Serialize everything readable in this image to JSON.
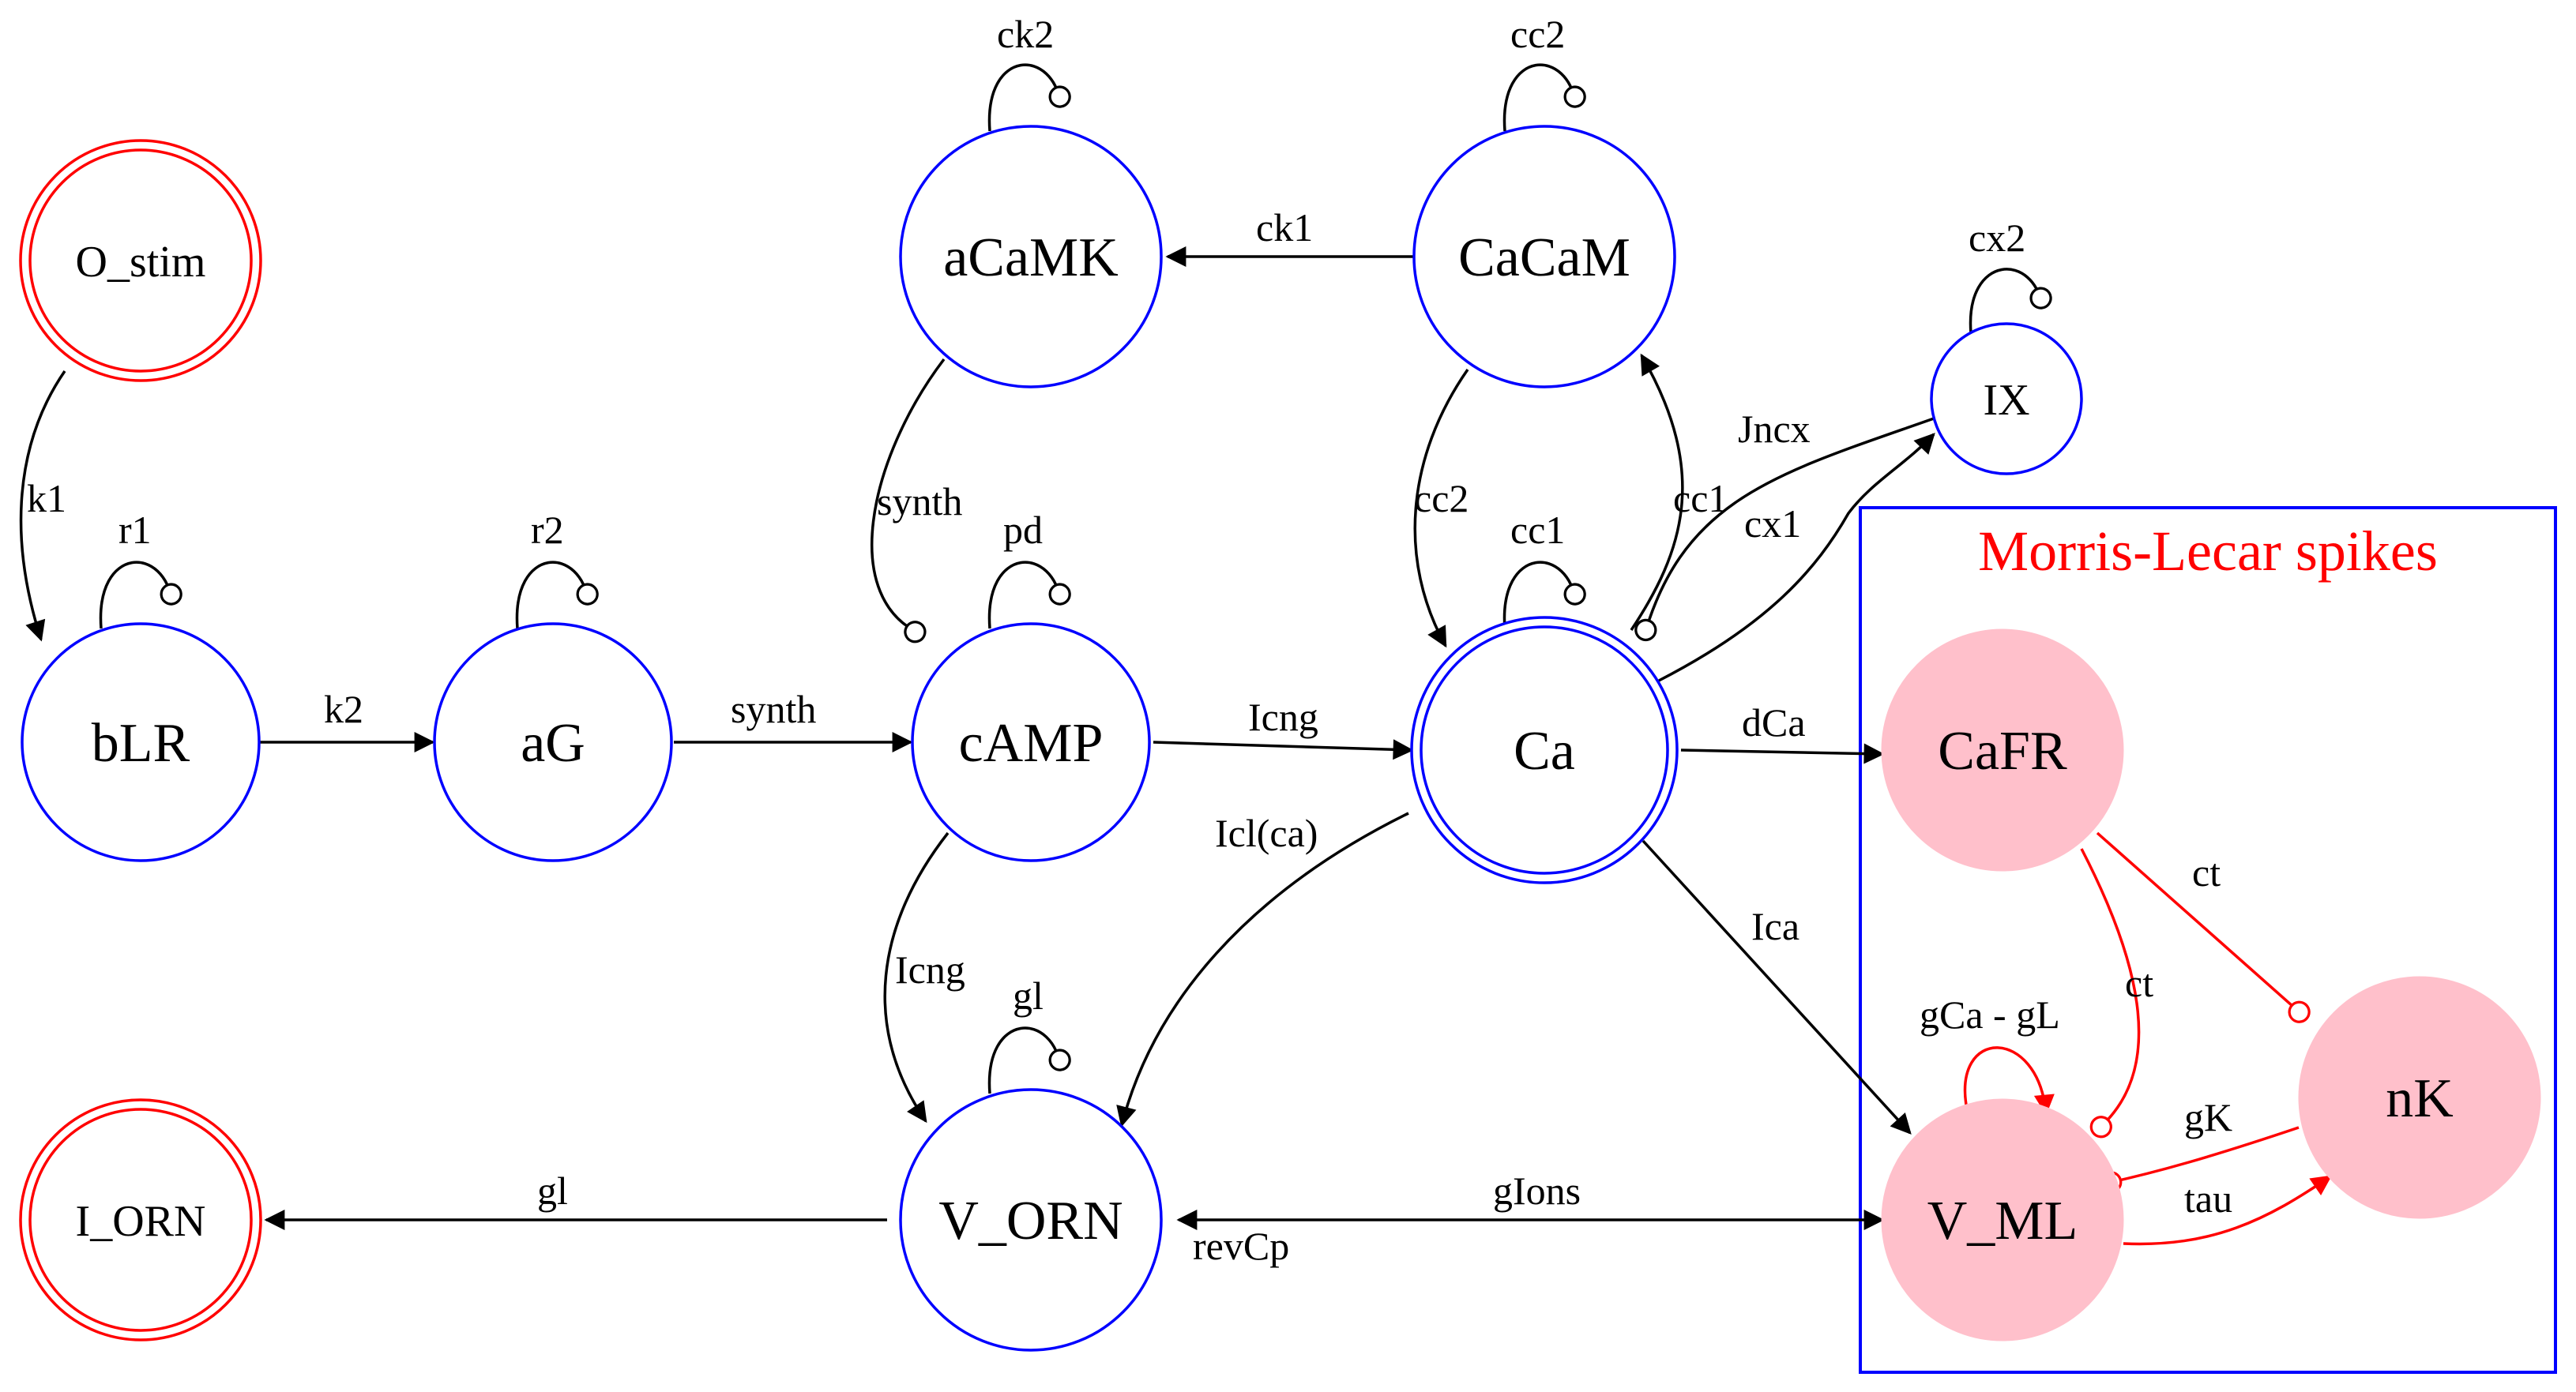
{
  "colors": {
    "node_stroke": "#0000ff",
    "external_stroke": "#ff0000",
    "ml_fill": "#ffc0cb",
    "ml_edge": "#ff0000",
    "edge": "#000000",
    "cluster": "#0000ff",
    "cluster_label": "#ff0000"
  },
  "cluster": {
    "label": "Morris-Lecar spikes"
  },
  "nodes": {
    "o_stim": "O_stim",
    "i_orn": "I_ORN",
    "blr": "bLR",
    "ag": "aG",
    "camp": "cAMP",
    "acamk": "aCaMK",
    "cacam": "CaCaM",
    "ca": "Ca",
    "ix": "IX",
    "v_orn": "V_ORN",
    "cafr": "CaFR",
    "nk": "nK",
    "v_ml": "V_ML"
  },
  "edges": {
    "k1": "k1",
    "r1": "r1",
    "r2": "r2",
    "k2": "k2",
    "synth_ag_camp": "synth",
    "pd": "pd",
    "synth_acamk_camp": "synth",
    "ck2": "ck2",
    "ck1": "ck1",
    "cc2_self": "cc2",
    "cc2_cacam_ca": "cc2",
    "cc1_self": "cc1",
    "cc1_ca_cacam": "cc1",
    "cx2": "cx2",
    "jncx": "Jncx",
    "cx1": "cx1",
    "icng_camp_ca": "Icng",
    "icng_camp_vorn": "Icng",
    "gl_self": "gl",
    "gl_vorn_iorn": "gl",
    "icl": "Icl(ca)",
    "dca": "dCa",
    "ica": "Ica",
    "gions": "gIons",
    "revcp": "revCp",
    "ct_cafr_nk": "ct",
    "ct_cafr_vml": "ct",
    "gca_gl": "gCa - gL",
    "gk": "gK",
    "tau": "tau"
  }
}
